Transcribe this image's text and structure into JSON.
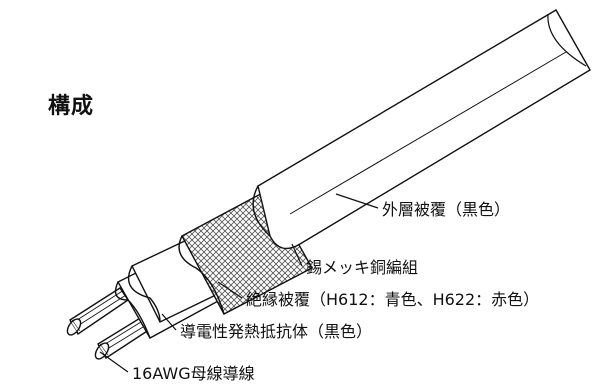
{
  "title": "構成",
  "labels": {
    "outer_jacket": "外層被覆（黒色）",
    "braid": "錫メッキ銅編組",
    "insulation": "絶縁被覆（H612：青色、H622：赤色）",
    "core": "導電性発熱抵抗体（黒色）",
    "bus_wire": "16AWG母線導線"
  },
  "colors": {
    "line": "#111111",
    "fill": "#ffffff",
    "braid": "#555555"
  }
}
